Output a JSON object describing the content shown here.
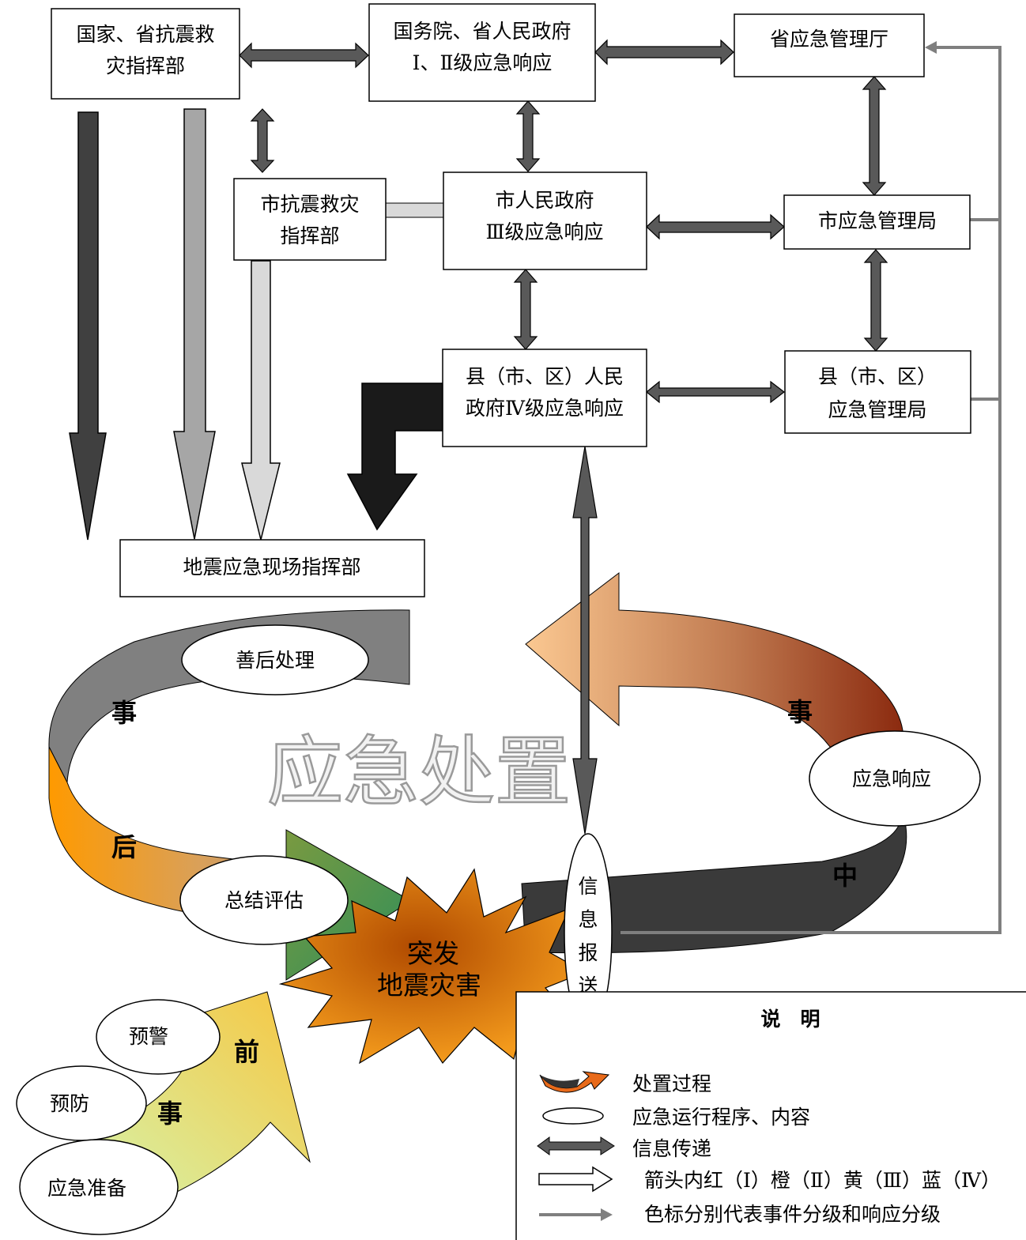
{
  "boxes": {
    "national_hq": [
      "国家、省抗震救",
      "灾指挥部"
    ],
    "state_council": [
      "国务院、省人民政府",
      "Ⅰ、Ⅱ级应急响应"
    ],
    "provincial_bureau": "省应急管理厅",
    "city_hq": [
      "市抗震救灾",
      "指挥部"
    ],
    "city_government": [
      "市人民政府",
      "Ⅲ级应急响应"
    ],
    "city_bureau": "市应急管理局",
    "county_government": [
      "县（市、区）人民",
      "政府Ⅳ级应急响应"
    ],
    "county_bureau": [
      "县（市、区）",
      "应急管理局"
    ],
    "field_hq": "地震应急现场指挥部"
  },
  "cycle": {
    "center_title": "应急处置",
    "aftermath": "善后处理",
    "summary": "总结评估",
    "response": "应急响应",
    "info_report": [
      "信",
      "息",
      "报",
      "送"
    ],
    "disaster": [
      "突发",
      "地震灾害"
    ],
    "warning": "预警",
    "prevention": "预防",
    "preparation": "应急准备",
    "phase_after": [
      "事",
      "后"
    ],
    "phase_during": [
      "事",
      "中"
    ],
    "phase_before": [
      "前",
      "事"
    ]
  },
  "legend": {
    "title": "说　明",
    "items": [
      "处置过程",
      "应急运行程序、内容",
      "信息传递",
      "箭头内红（Ⅰ）橙（Ⅱ）黄（Ⅲ）蓝（Ⅳ）",
      "色标分别代表事件分级和响应分级"
    ]
  },
  "colors": {
    "level1_arrow": "#404040",
    "level2_arrow": "#a6a6a6",
    "level3_arrow": "#d9d9d9",
    "level4_arrow": "#1a1a1a",
    "info_arrow": "#595959",
    "feedback_line": "#7f7f7f"
  }
}
